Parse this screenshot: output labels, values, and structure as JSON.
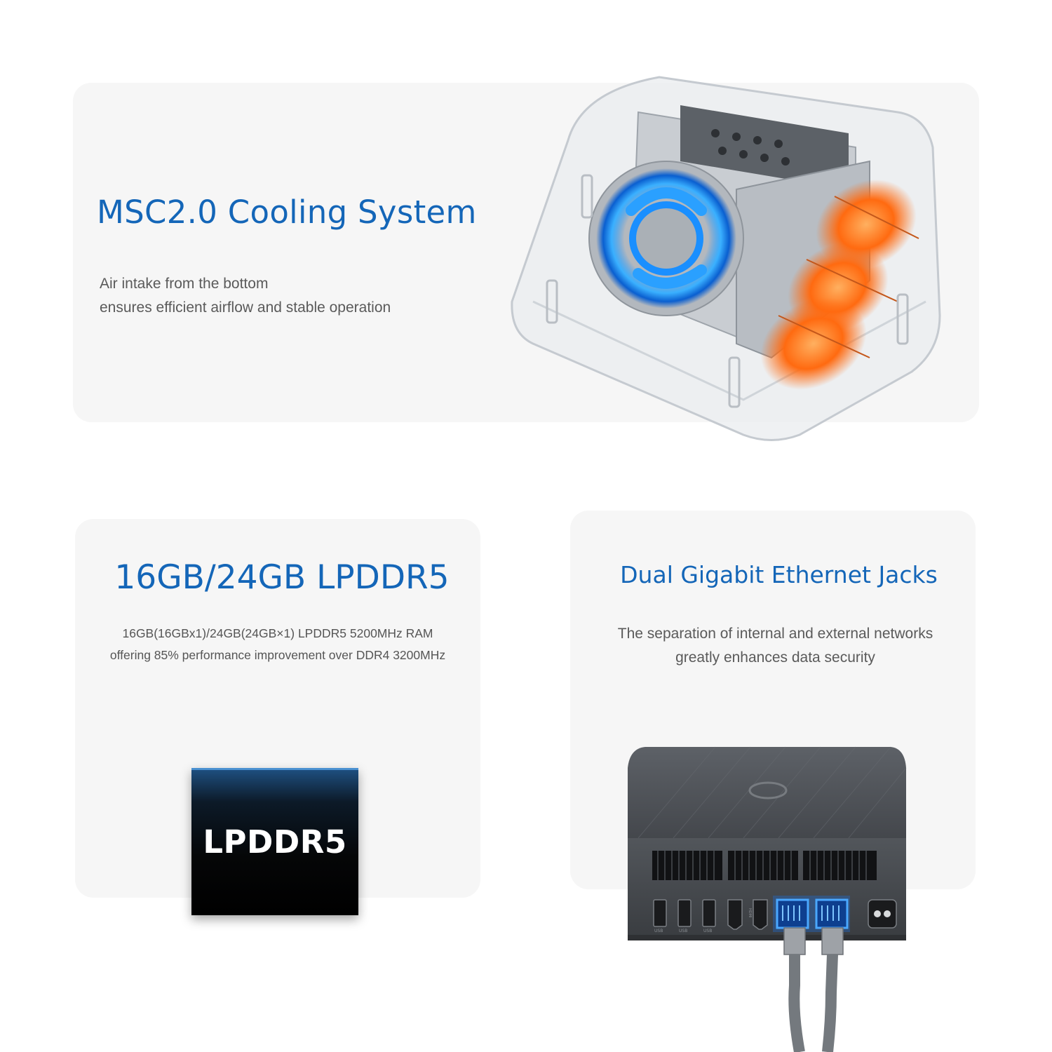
{
  "cooling": {
    "title": "MSC2.0 Cooling System",
    "desc_line1": "Air intake from the bottom",
    "desc_line2": "ensures efficient airflow and stable operation"
  },
  "ram": {
    "title": "16GB/24GB LPDDR5",
    "desc_line1": "16GB(16GBx1)/24GB(24GB×1) LPDDR5 5200MHz RAM",
    "desc_line2": "offering 85% performance improvement over DDR4 3200MHz",
    "chip_label": "LPDDR5"
  },
  "ethernet": {
    "title": "Dual Gigabit Ethernet Jacks",
    "desc_line1": "The separation of internal and external networks",
    "desc_line2": "greatly enhances data security"
  },
  "device": {
    "port_label": "USB",
    "hdmi_label": "HDMI"
  },
  "colors": {
    "heading_blue": "#1466b8",
    "card_bg": "#f6f6f6",
    "fan_glow": "#3aa8ff",
    "heat_orange": "#ff7a1a",
    "device_gray": "#4a4d52"
  }
}
